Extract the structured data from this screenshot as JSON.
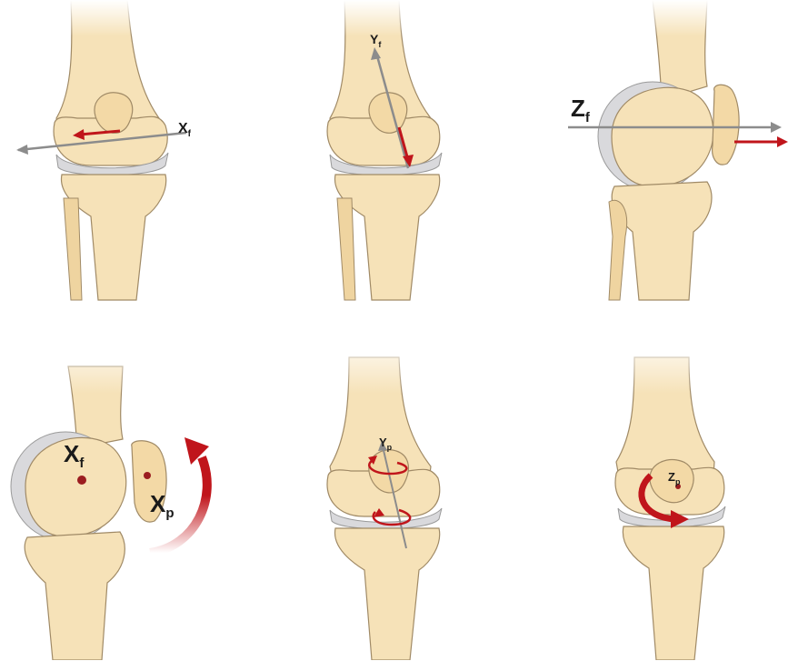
{
  "panels": [
    {
      "view": "front",
      "axis": "x",
      "main": "X",
      "sub": "f",
      "arrow": "translation-left"
    },
    {
      "view": "front",
      "axis": "y",
      "main": "Y",
      "sub": "f",
      "arrow": "translation-down"
    },
    {
      "view": "side",
      "axis": "z",
      "main": "Z",
      "sub": "f",
      "arrow": "translation-right"
    },
    {
      "view": "side",
      "axis": "x",
      "main": "X",
      "sub": "f",
      "main2": "X",
      "sub2": "p",
      "arrow": "rotation-arc"
    },
    {
      "view": "front",
      "axis": "y",
      "main": "Y",
      "sub": "p",
      "arrow": "rotation-spiral"
    },
    {
      "view": "front",
      "axis": "z",
      "main": "Z",
      "sub": "p",
      "arrow": "rotation-circle"
    }
  ],
  "colors": {
    "bone_fill": "#f6e2b8",
    "bone_stroke": "#a08a66",
    "cartilage": "#d9d9dc",
    "axis_gray": "#8c8c8c",
    "arrow_red": "#c0151b"
  }
}
